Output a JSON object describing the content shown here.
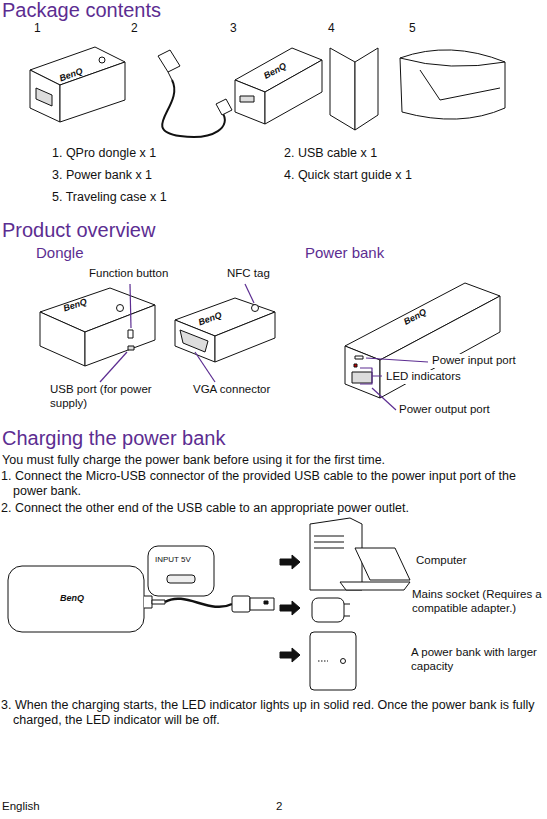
{
  "diagram": {
    "labels": [
      "Package contents",
      "1",
      "2",
      "3",
      "4",
      "5",
      "BenQ",
      "BenQ",
      "1. QPro dongle x 1",
      "2. USB cable x 1",
      "3. Power bank x 1",
      "4. Quick start guide x 1",
      "5. Traveling case x 1",
      "Product overview",
      "Dongle",
      "Power bank",
      "Function button",
      "NFC tag",
      "BenQ",
      "BenQ",
      "BenQ",
      "USB port (for power supply)",
      "VGA connector",
      "Power input port",
      "LED indicators",
      "Power output port",
      "Charging the power bank",
      "You must fully charge the power bank before using it for the first time.",
      "1. Connect the Micro-USB connector of the provided USB cable to the power input port of the power bank.",
      "2. Connect the other end of the USB cable to an appropriate power outlet.",
      "INPUT 5V",
      "BenQ",
      "Computer",
      "Mains socket (Requires a compatible adapter.)",
      "A power bank with larger capacity",
      "3. When the charging starts, the LED indicator lights up in solid red. Once the power bank is fully charged, the LED indicator will be off.",
      "English",
      "2"
    ]
  }
}
